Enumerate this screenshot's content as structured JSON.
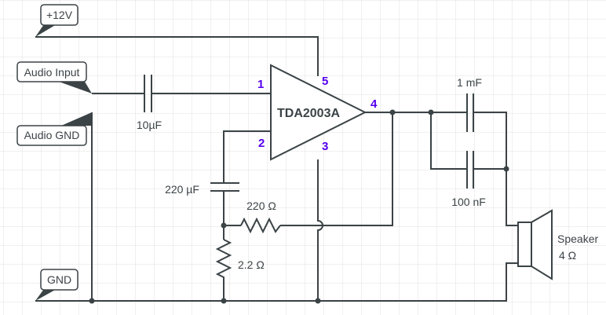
{
  "colors": {
    "wire": "#3b4346",
    "pin_number": "#5500ee",
    "grid": "#e0e0e0"
  },
  "labels": {
    "supply": "+12V",
    "audio_input": "Audio Input",
    "audio_gnd": "Audio GND",
    "gnd": "GND"
  },
  "amplifier": {
    "name": "TDA2003A",
    "pins": {
      "p1": "1",
      "p2": "2",
      "p3": "3",
      "p4": "4",
      "p5": "5"
    }
  },
  "components": {
    "c_in": "10µF",
    "c_fb": "220 µF",
    "r_fb": "220 Ω",
    "r_gnd": "2.2 Ω",
    "c_out1": "1 mF",
    "c_out2": "100 nF",
    "speaker_name": "Speaker",
    "speaker_imp": "4 Ω"
  }
}
